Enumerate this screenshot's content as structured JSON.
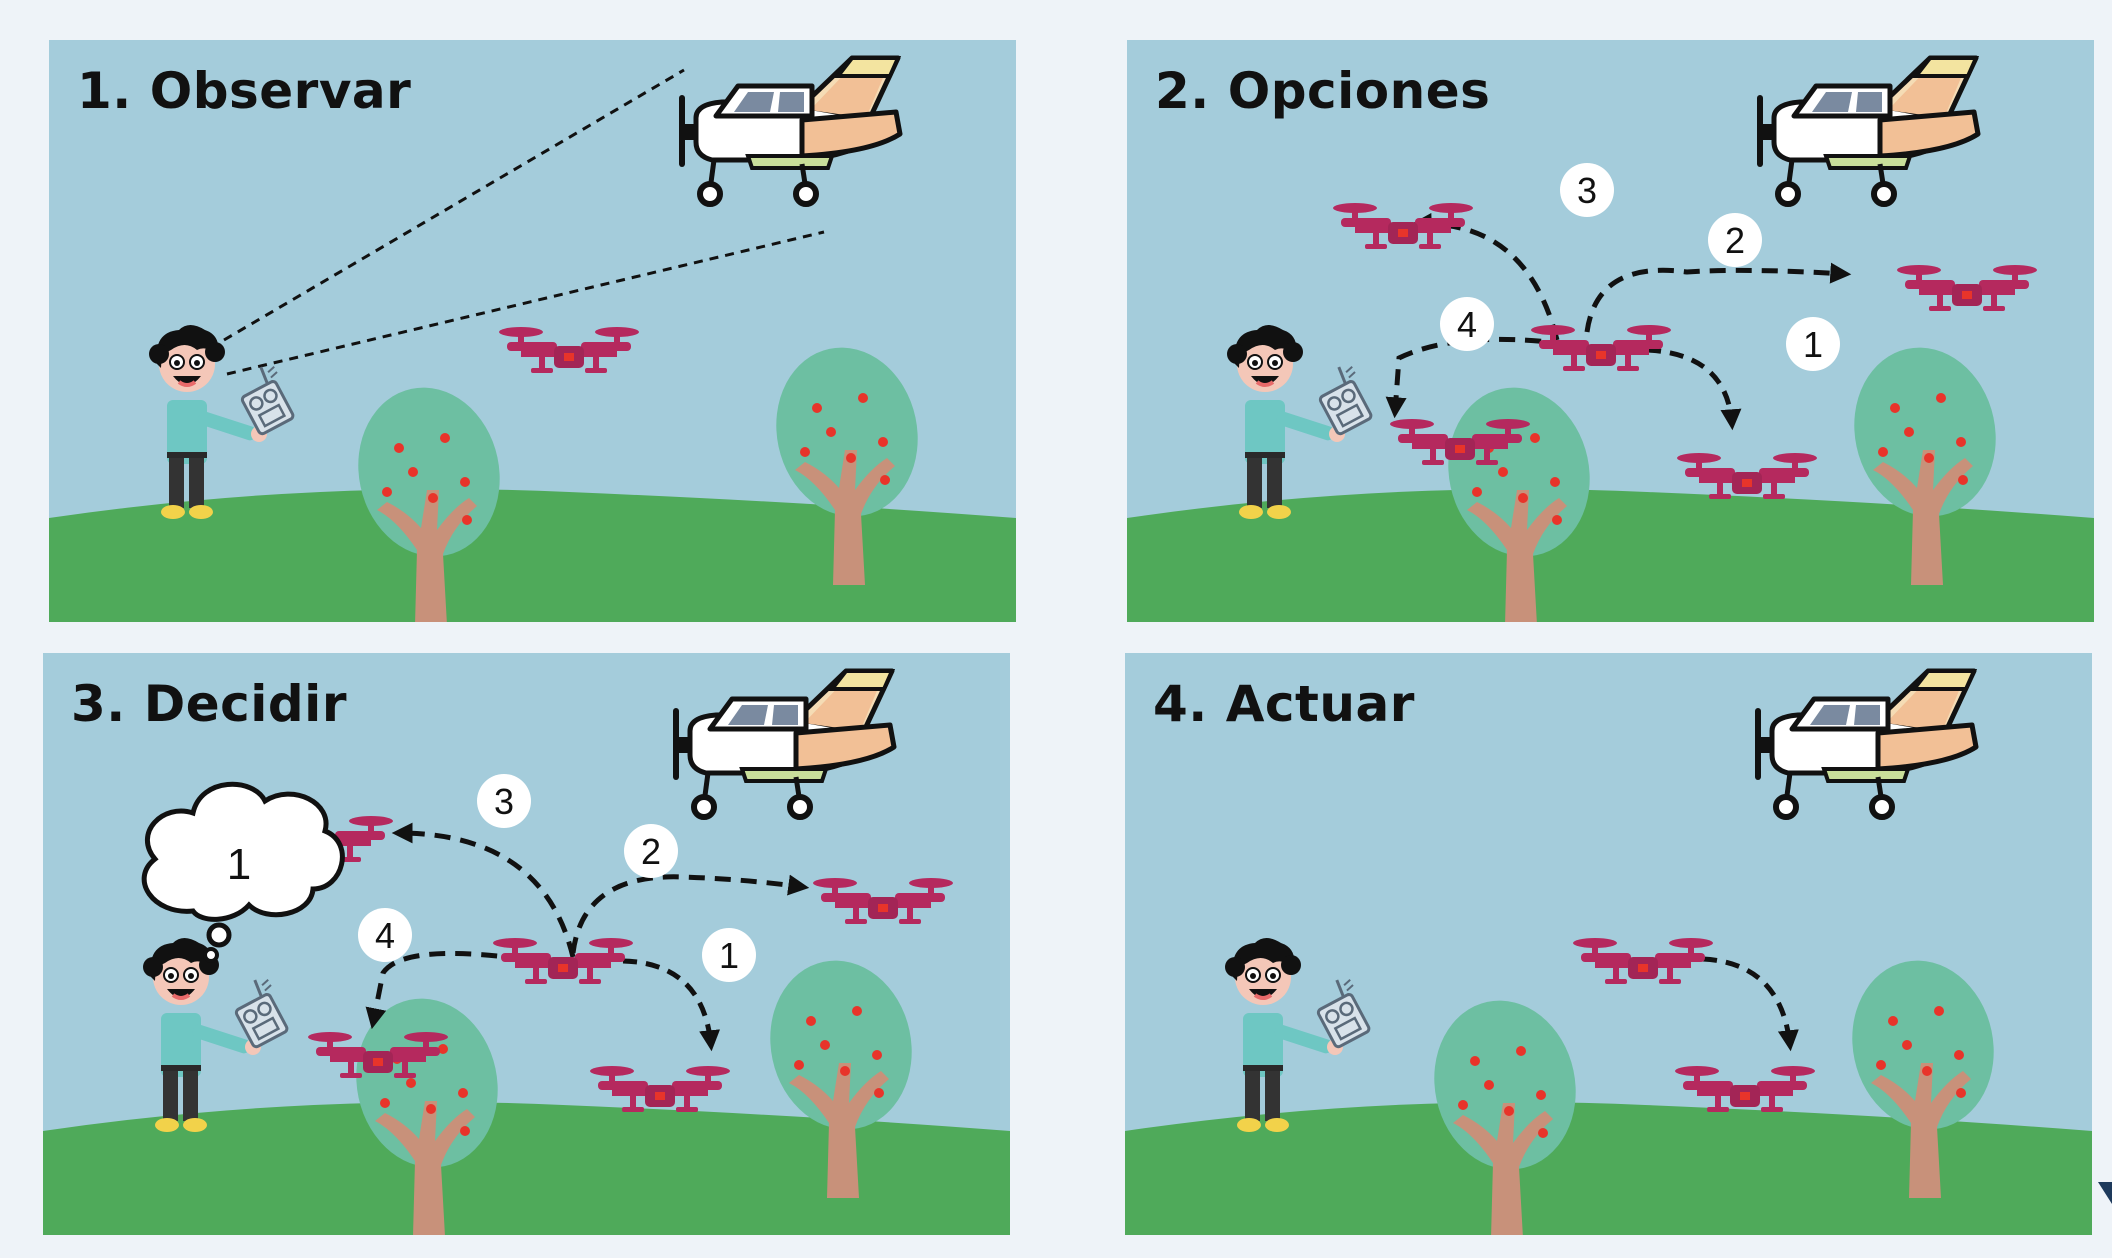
{
  "panels": [
    {
      "title": "1. Observar"
    },
    {
      "title": "2. Opciones",
      "options": [
        "1",
        "2",
        "3",
        "4"
      ]
    },
    {
      "title": "3. Decidir",
      "options": [
        "1",
        "2",
        "3",
        "4"
      ],
      "thought": "1"
    },
    {
      "title": "4. Actuar"
    }
  ],
  "colors": {
    "sky": "#a4ccdb",
    "grass": "#4faa5a",
    "drone": "#b5295e",
    "tree_canopy": "#6dbfa2",
    "trunk": "#c8917a",
    "fruit": "#e8342a"
  }
}
